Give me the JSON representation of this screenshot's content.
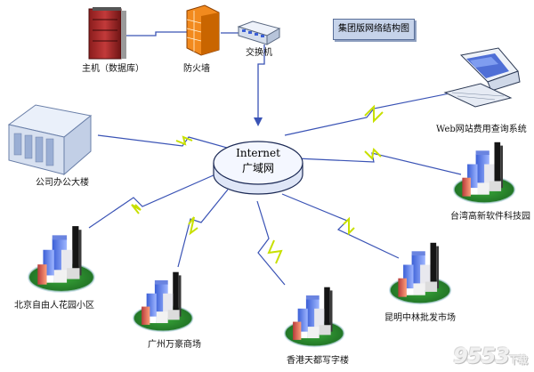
{
  "title": "集团版网络结构图",
  "center": {
    "line1": "Internet",
    "line2": "广域网"
  },
  "nodes": {
    "host": "主机（数据库）",
    "firewall": "防火墙",
    "switch": "交换机",
    "office": "公司办公大楼",
    "web": "Web网站费用查询系统",
    "taiwan": "台湾高新软件科技园",
    "beijing": "北京自由人花园小区",
    "guangzhou": "广州万豪商场",
    "hongkong": "香港天都写字楼",
    "kunming": "昆明中林批发市场"
  },
  "watermark": {
    "main": "9553",
    "sub": "下载"
  },
  "colors": {
    "line": "#3a53b5",
    "zigzag": "#c8e000",
    "cloudTop": "#f4f7ff",
    "cloudSide": "#e1e8f8"
  }
}
